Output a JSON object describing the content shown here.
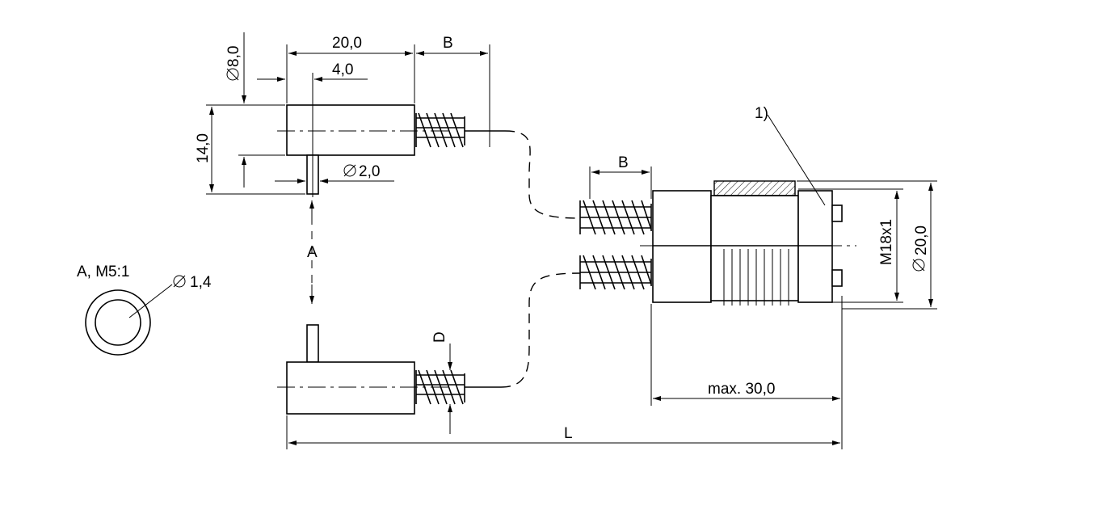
{
  "drawing": {
    "dim_width_20": "20,0",
    "dim_B_top": "B",
    "dim_dia_8": "8,0",
    "dim_4": "4,0",
    "dim_14": "14,0",
    "dim_dia_2": "2,0",
    "label_A": "A",
    "detail_title": "A, M5:1",
    "dim_dia_1_4": "1,4",
    "dim_D": "D",
    "dim_B_connector": "B",
    "note_1": "1)",
    "dim_thread": "M18x1",
    "dim_dia_20": "20,0",
    "dim_max_30": "max. 30,0",
    "dim_L": "L"
  }
}
